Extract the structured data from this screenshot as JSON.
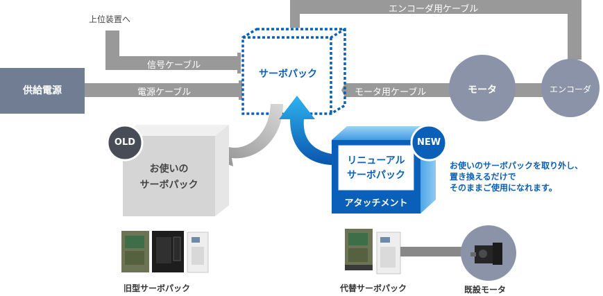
{
  "labels": {
    "upper_device": "上位装置へ",
    "encoder_cable": "エンコーダ用ケーブル",
    "signal_cable": "信号ケーブル",
    "power_cable": "電源ケーブル",
    "motor_cable": "モータ用ケーブル",
    "power_supply": "供給電源",
    "servopack": "サーボパック",
    "motor": "モータ",
    "encoder": "エンコーダ",
    "old_badge": "OLD",
    "old_box_line1": "お使いの",
    "old_box_line2": "サーボパック",
    "renewal_line1": "リニューアル",
    "renewal_line2": "サーボパック",
    "attachment": "アタッチメント",
    "new_badge": "NEW",
    "note_line1": "お使いのサーボパックを取り外し、",
    "note_line2": "置き換えるだけで",
    "note_line3": "そのままご使用になれます。",
    "caption_old": "旧型サーボパック",
    "caption_replacement": "代替サーボパック",
    "caption_motor": "既設モータ"
  },
  "colors": {
    "cable": "#999999",
    "dark_block": "#707d93",
    "motor_circle": "#8a93a8",
    "blue": "#0a60b8",
    "arrow_blue_light": "#26a5e8",
    "old_face": "#d5d5d5",
    "old_side": "#ececec",
    "badge_dark": "#474c57"
  }
}
